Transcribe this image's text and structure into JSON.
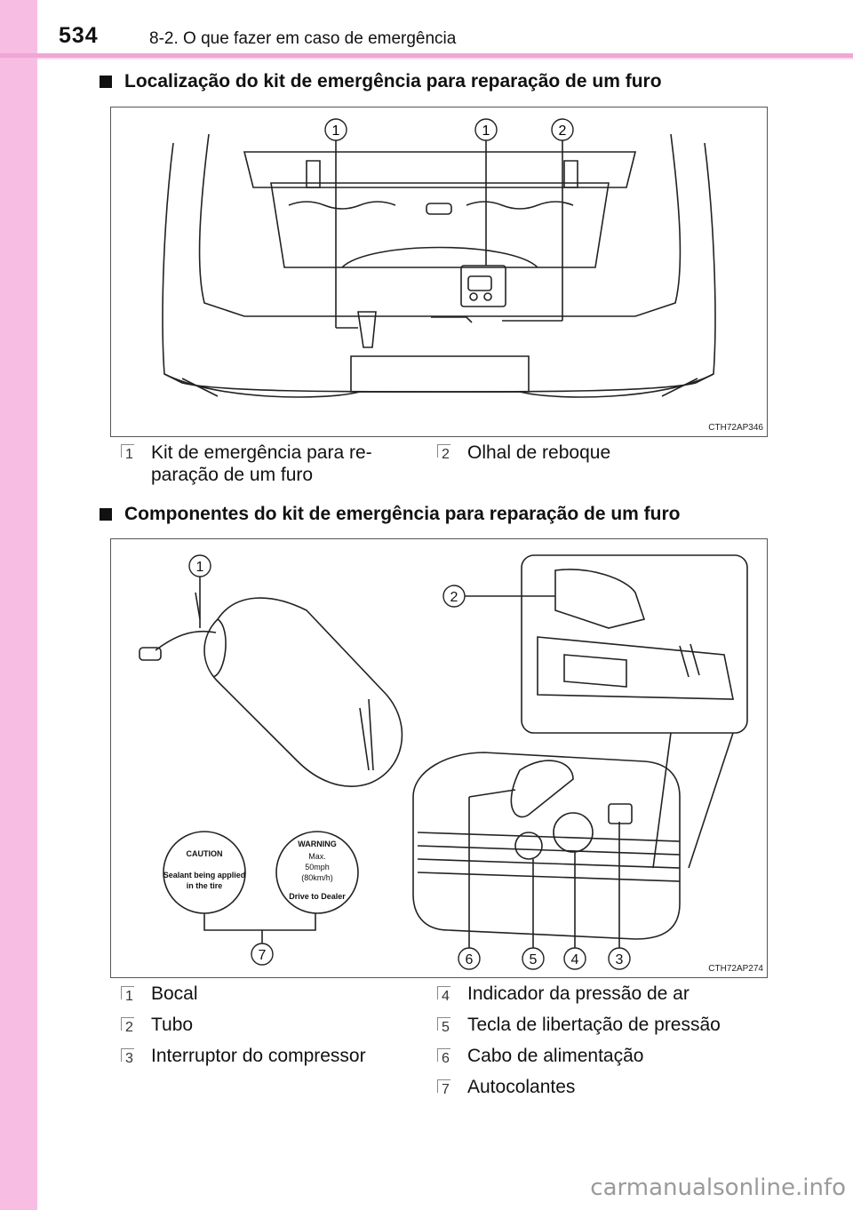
{
  "header": {
    "page_number": "534",
    "section_title": "8-2. O que fazer em caso de emergência"
  },
  "section1": {
    "heading": "Localização do kit de emergência para reparação de um furo",
    "figure_code": "CTH72AP346",
    "callouts": [
      "1",
      "1",
      "2"
    ],
    "legend": [
      {
        "num": "1",
        "text": "Kit de emergência para re-\nparação de um furo"
      },
      {
        "num": "2",
        "text": "Olhal de reboque"
      }
    ]
  },
  "section2": {
    "heading": "Componentes do kit de emergência para reparação de um furo",
    "figure_code": "CTH72AP274",
    "callouts": [
      "1",
      "2",
      "3",
      "4",
      "5",
      "6",
      "7"
    ],
    "sticker_caution": {
      "title": "CAUTION",
      "line1": "Sealant being applied",
      "line2": "in the tire"
    },
    "sticker_warning": {
      "title": "WARNING",
      "l1": "Max.",
      "l2": "50mph",
      "l3": "(80km/h)",
      "bottom": "Drive to Dealer"
    },
    "legend_left": [
      {
        "num": "1",
        "text": "Bocal"
      },
      {
        "num": "2",
        "text": "Tubo"
      },
      {
        "num": "3",
        "text": "Interruptor do compressor"
      }
    ],
    "legend_right": [
      {
        "num": "4",
        "text": "Indicador da pressão de ar"
      },
      {
        "num": "5",
        "text": "Tecla de libertação de pressão"
      },
      {
        "num": "6",
        "text": "Cabo de alimentação"
      },
      {
        "num": "7",
        "text": "Autocolantes"
      }
    ]
  },
  "watermark": "carmanualsonline.info"
}
